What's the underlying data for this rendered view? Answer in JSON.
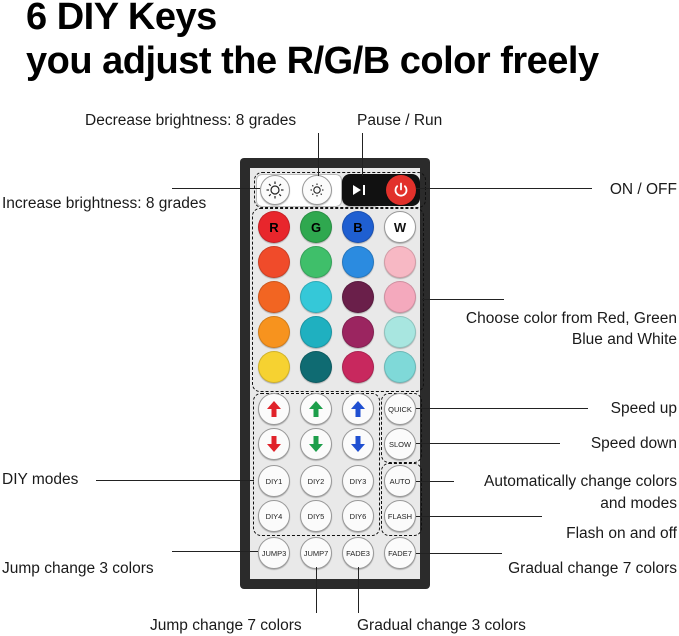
{
  "title": {
    "line1": "6 DIY Keys",
    "line2": "you adjust the R/G/B color freely"
  },
  "labels": {
    "decrease_brightness": "Decrease brightness: 8 grades",
    "pause_run": "Pause / Run",
    "increase_brightness": "Increase brightness: 8 grades",
    "on_off": "ON / OFF",
    "choose_color_1": "Choose color from Red, Green",
    "choose_color_2": "Blue and White",
    "speed_up": "Speed up",
    "speed_down": "Speed down",
    "diy_modes": "DIY modes",
    "auto_change_1": "Automatically change colors",
    "auto_change_2": "and modes",
    "flash": "Flash on and off",
    "jump3": "Jump change 3 colors",
    "gradual7": "Gradual change 7 colors",
    "jump7": "Jump change 7 colors",
    "gradual3": "Gradual change 3 colors"
  },
  "keys": {
    "r": "R",
    "g": "G",
    "b": "B",
    "w": "W",
    "quick": "QUICK",
    "slow": "SLOW",
    "auto": "AUTO",
    "flash": "FLASH",
    "diy1": "DIY1",
    "diy2": "DIY2",
    "diy3": "DIY3",
    "diy4": "DIY4",
    "diy5": "DIY5",
    "diy6": "DIY6",
    "jump3": "JUMP3",
    "jump7": "JUMP7",
    "fade3": "FADE3",
    "fade7": "FADE7"
  },
  "colors": {
    "rows": [
      [
        "#e8262c",
        "#2fa84f",
        "#1f5fd1",
        "#ffffff"
      ],
      [
        "#f04b2a",
        "#3fbf6a",
        "#2b8be0",
        "#f7b8c4"
      ],
      [
        "#f26522",
        "#35c8d8",
        "#6a1f4a",
        "#f4a9bd"
      ],
      [
        "#f7931e",
        "#1fb0c0",
        "#9b2560",
        "#a8e6e0"
      ],
      [
        "#f6d231",
        "#0f6b72",
        "#c8285e",
        "#7fd9d8"
      ]
    ],
    "arrow_red": "#e0222a",
    "arrow_green": "#1c9e4a",
    "arrow_blue": "#1f4fd1",
    "power": "#e2312b"
  }
}
